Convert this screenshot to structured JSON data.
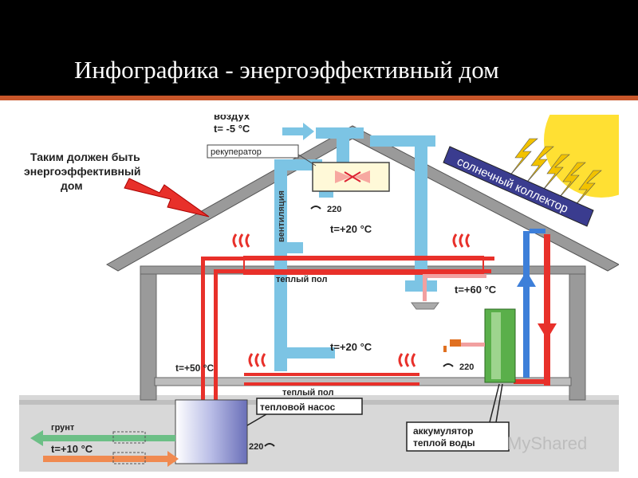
{
  "slide": {
    "title": "Инфографика - энергоэффективный дом"
  },
  "diagram": {
    "caption_lines": [
      "Таким должен быть",
      "энергоэффективный",
      "дом"
    ],
    "air_label": "воздух",
    "air_temp": "t= -5 °С",
    "recuperator": "рекуператор",
    "solar_collector": "солнечный коллектор",
    "ventilation": "вентиляция",
    "voltage_top": "220",
    "voltage_mid": "220",
    "voltage_bottom": "220",
    "temp_upper_room": "t=+20 °С",
    "temp_lower_room": "t=+20 °С",
    "temp_water": "t=+60 °С",
    "temp_heat": "t=+50 °С",
    "floor_upper": "теплый пол",
    "floor_lower": "теплый пол",
    "heat_pump": "тепловой насос",
    "accumulator_lines": [
      "аккумулятор",
      "теплой воды"
    ],
    "ground": "грунт",
    "ground_temp": "t=+10 °С",
    "watermark": "MyShared"
  },
  "colors": {
    "accent": "#c8562a",
    "hot_pipe": "#e8302a",
    "cold_pipe": "#7cc4e4",
    "roof": "#888888",
    "collector": "#3a3c8f",
    "sun": "#ffe033"
  }
}
